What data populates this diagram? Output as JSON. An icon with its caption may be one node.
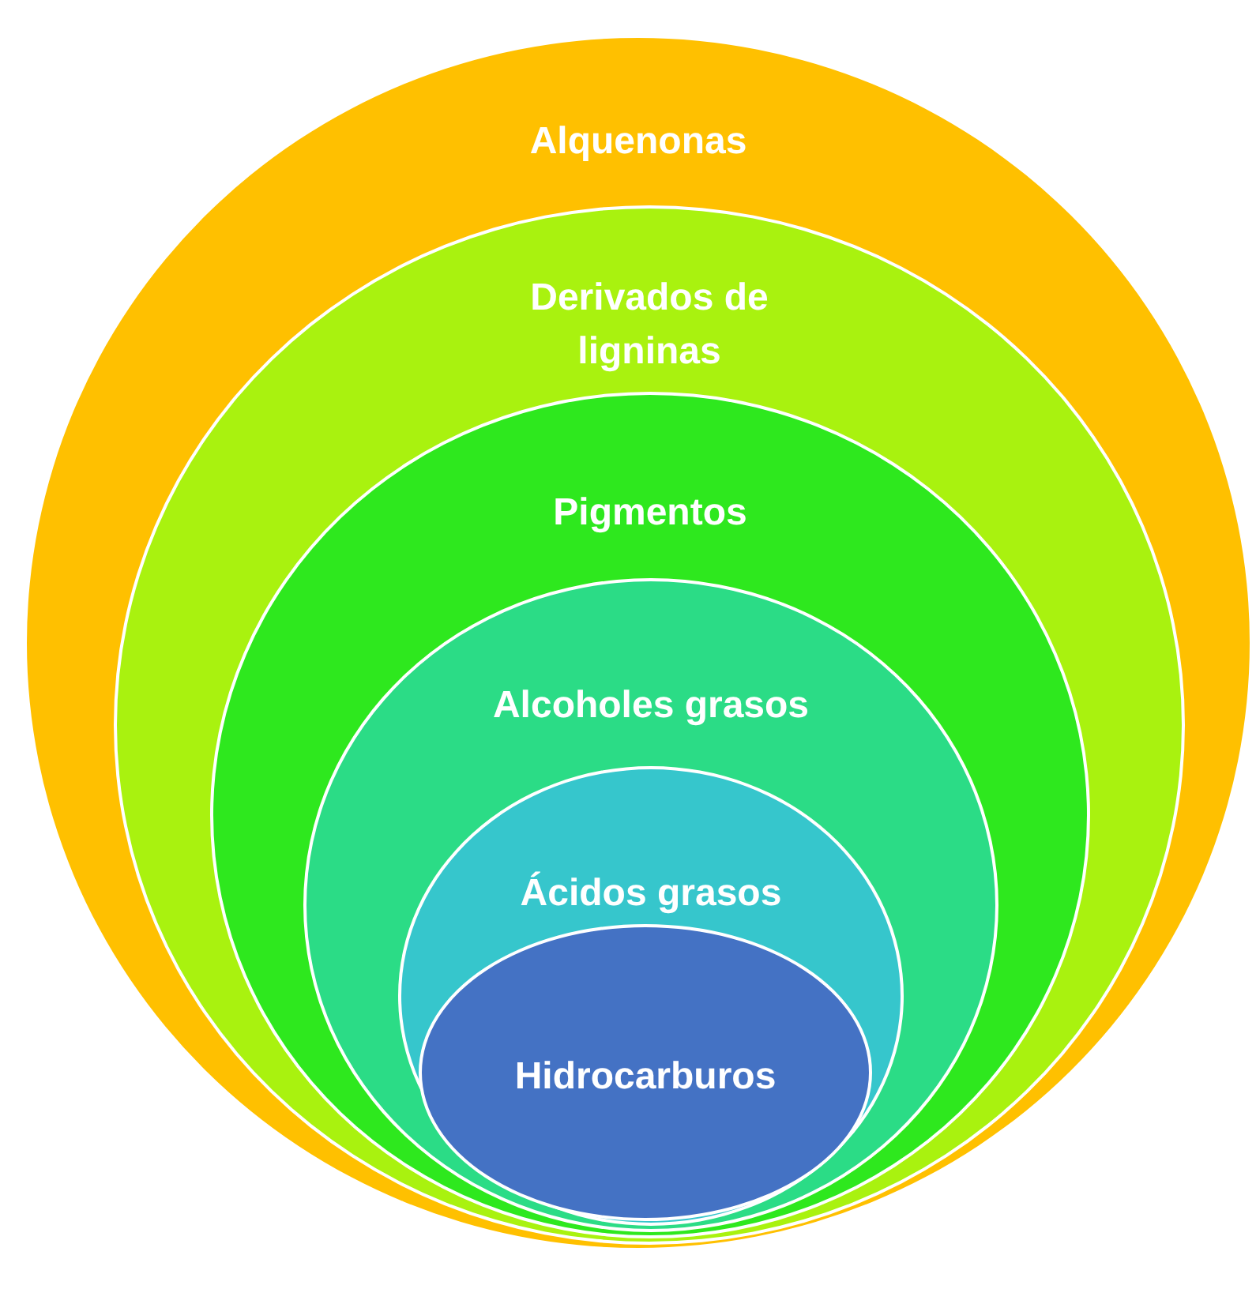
{
  "diagram": {
    "nodes": [
      {
        "text": [
          "Alquenonas"
        ]
      },
      {
        "text": [
          "Derivados de ligninas"
        ],
        "in": 0
      },
      {
        "text": [
          "Pigmentos"
        ],
        "in": 1
      },
      {
        "text": [
          "Alcoholes grasos"
        ],
        "in": 2
      },
      {
        "text": [
          "Ácidos grasos"
        ],
        "in": 3
      },
      {
        "text": [
          "Hidrocarburos"
        ],
        "in": 4
      }
    ]
  }
}
